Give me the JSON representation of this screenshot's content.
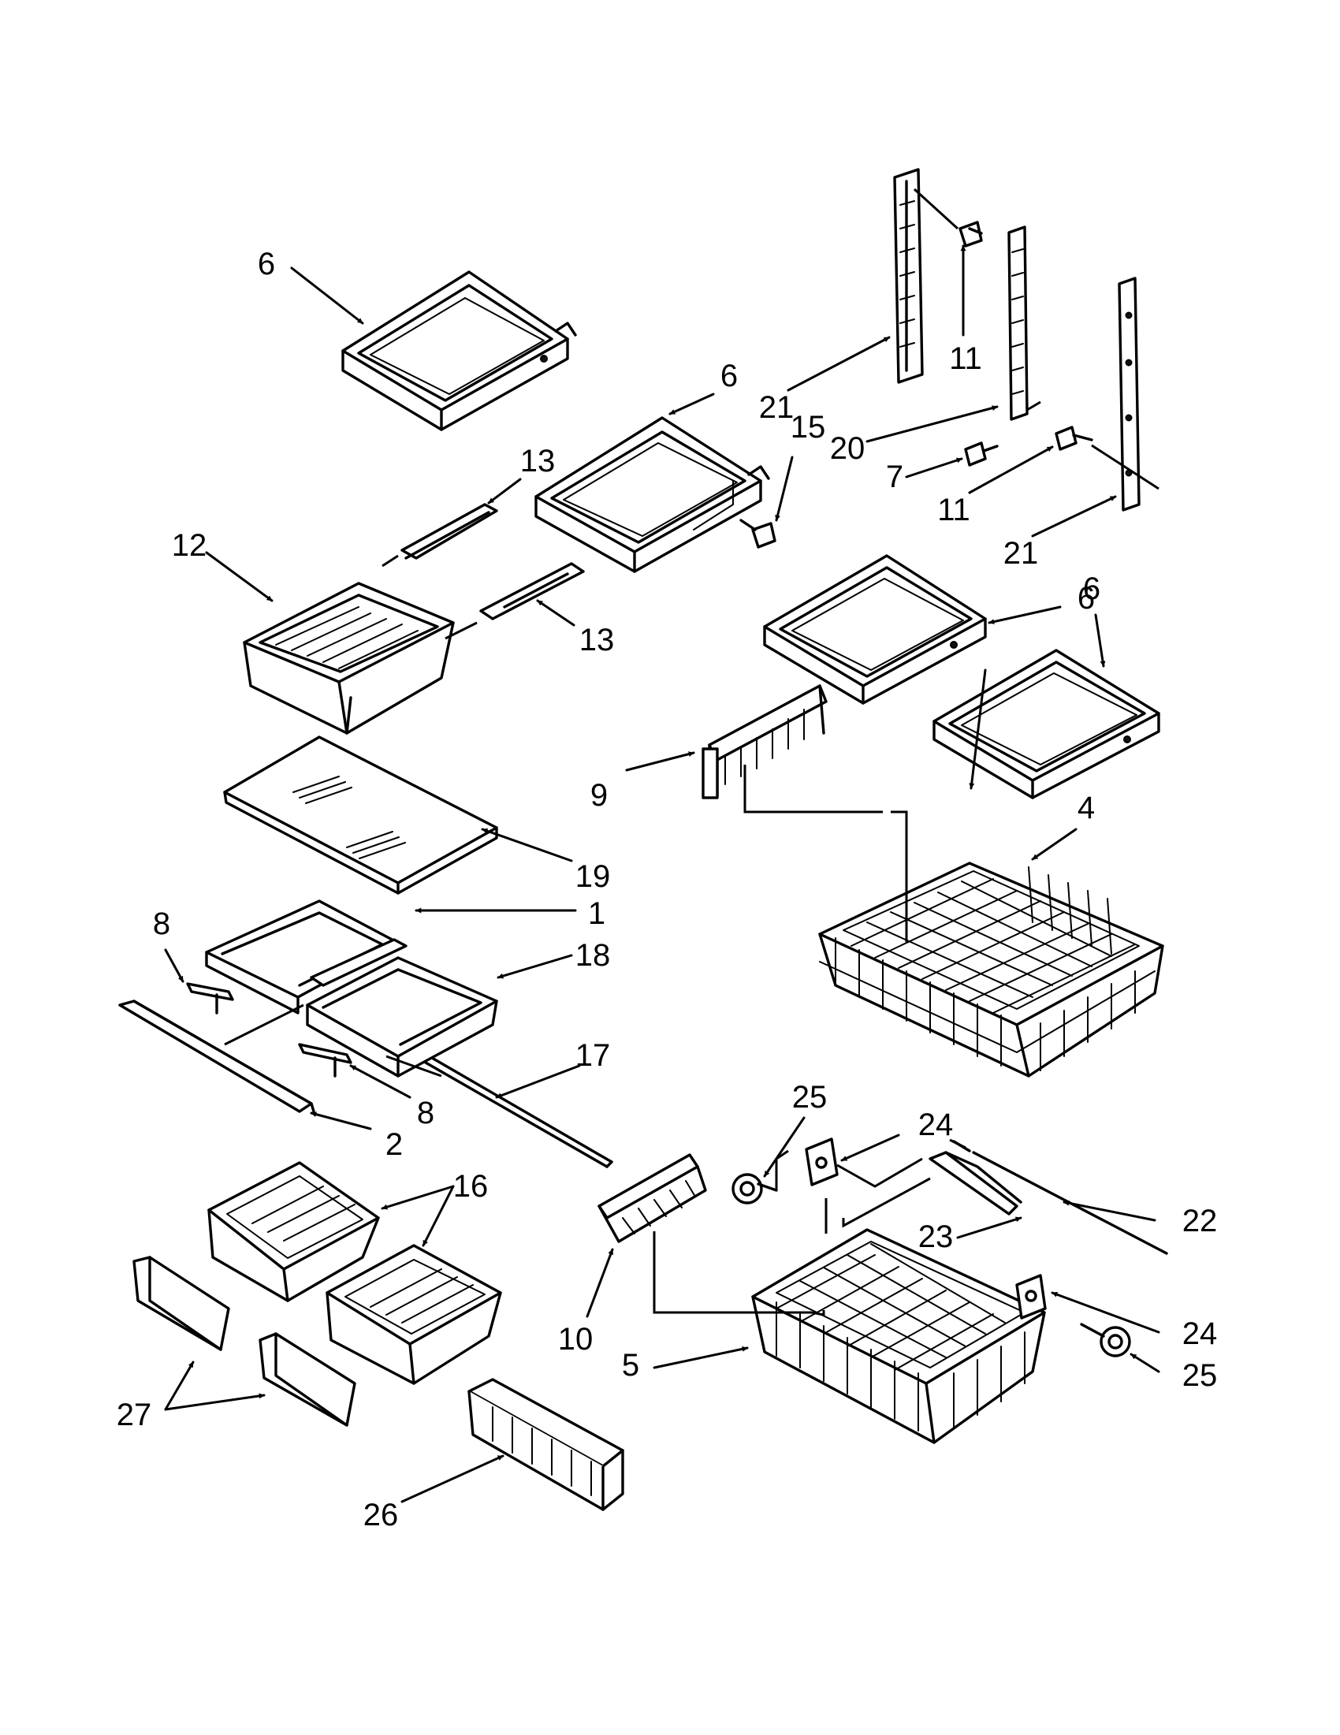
{
  "diagram": {
    "callouts": {
      "c6a": "6",
      "c6b": "6",
      "c6c": "6",
      "c6d": "6",
      "c21a": "21",
      "c21b": "21",
      "c11a": "11",
      "c11b": "11",
      "c15": "15",
      "c20": "20",
      "c7": "7",
      "c13a": "13",
      "c13b": "13",
      "c12": "12",
      "c9": "9",
      "c4": "4",
      "c19": "19",
      "c1": "1",
      "c18": "18",
      "c8a": "8",
      "c8b": "8",
      "c17": "17",
      "c2": "2",
      "c25a": "25",
      "c25b": "25",
      "c24a": "24",
      "c24b": "24",
      "c22": "22",
      "c23": "23",
      "c16": "16",
      "c10": "10",
      "c5": "5",
      "c27": "27",
      "c26": "26"
    }
  }
}
